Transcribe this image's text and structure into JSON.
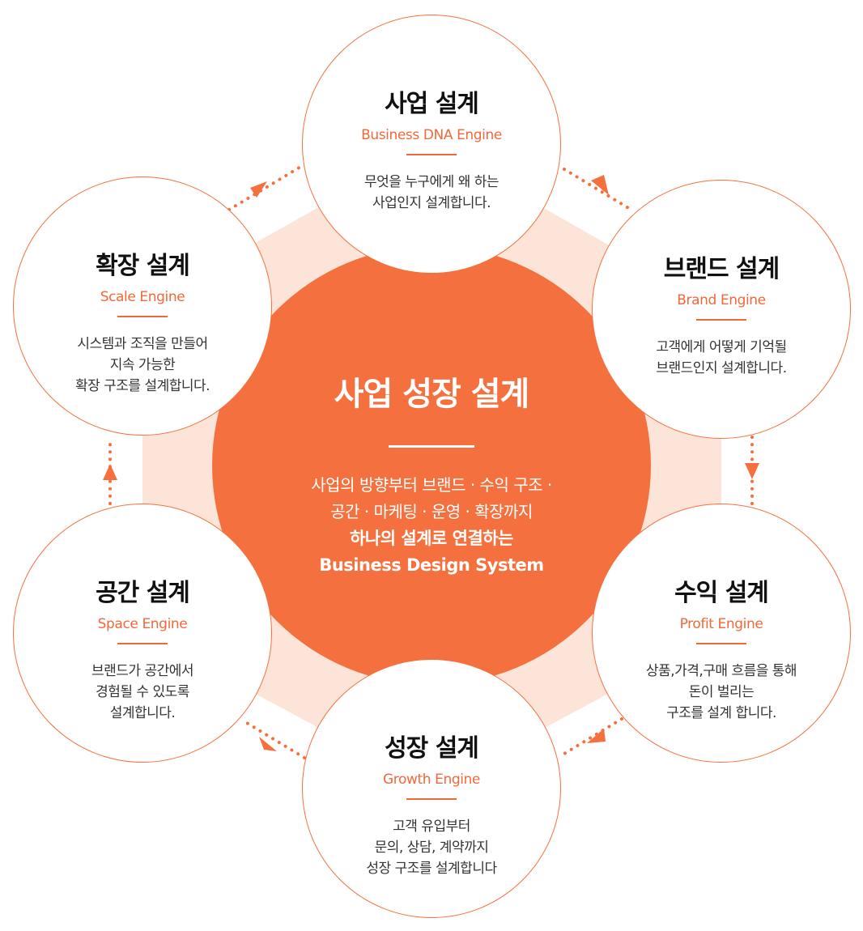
{
  "center": {
    "title": "사업 성장 설계",
    "lines": [
      "사업의 방향부터 브랜드 · 수익 구조 ·",
      "공간 · 마케팅 · 운영 · 확장까지",
      "하나의 설계로 연결하는",
      "Business Design System"
    ]
  },
  "nodes": {
    "business": {
      "title": "사업 설계",
      "subtitle": "Business DNA Engine",
      "lines": [
        "무엇을 누구에게 왜 하는",
        "사업인지 설계합니다."
      ]
    },
    "brand": {
      "title": "브랜드 설계",
      "subtitle": "Brand Engine",
      "lines": [
        "고객에게 어떻게 기억될",
        "브랜드인지 설계합니다."
      ]
    },
    "profit": {
      "title": "수익 설계",
      "subtitle": "Profit Engine",
      "lines": [
        "상품,가격,구매 흐름을 통해",
        "돈이 벌리는",
        "구조를 설계 합니다."
      ]
    },
    "growth": {
      "title": "성장 설계",
      "subtitle": "Growth Engine",
      "lines": [
        "고객 유입부터",
        "문의, 상담, 계약까지",
        "성장 구조를 설계합니다"
      ]
    },
    "space": {
      "title": "공간 설계",
      "subtitle": "Space Engine",
      "lines": [
        "브랜드가 공간에서",
        "경험될 수 있도록",
        "설계합니다."
      ]
    },
    "scale": {
      "title": "확장 설계",
      "subtitle": "Scale Engine",
      "lines": [
        "시스템과 조직을 만들어",
        "지속 가능한",
        "확장 구조를 설계합니다."
      ]
    }
  },
  "colors": {
    "accent": "#f4713f",
    "ring": "#fce4d9",
    "node_border": "#f4713f",
    "title_text": "#111111",
    "body_text": "#333333"
  }
}
